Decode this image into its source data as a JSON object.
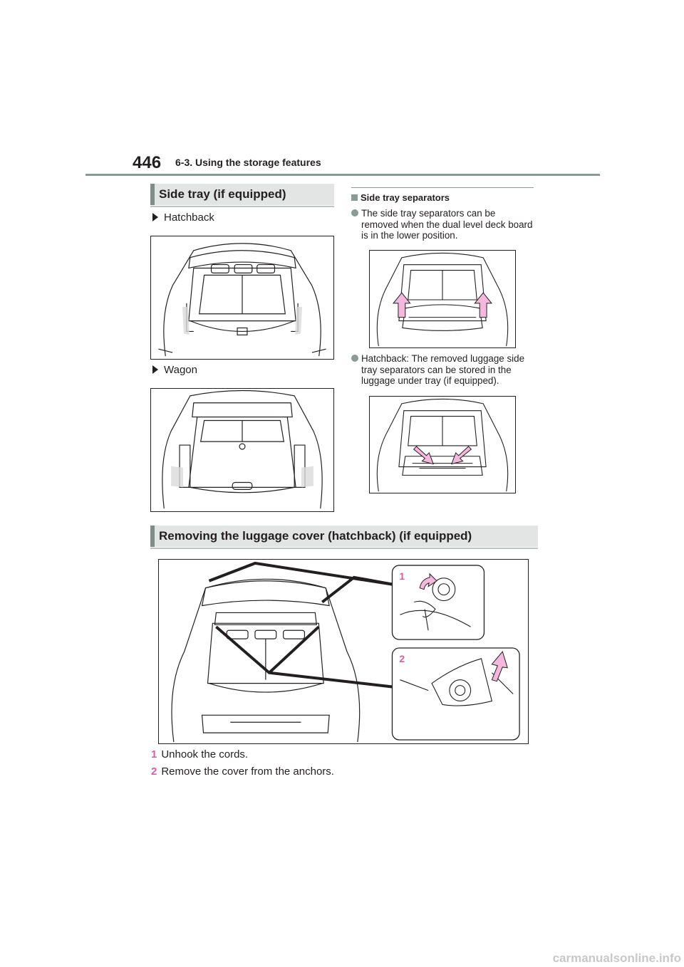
{
  "header": {
    "page_number": "446",
    "section_path": "6-3. Using the storage features"
  },
  "side_tray": {
    "heading": "Side tray (if equipped)",
    "hatchback_label": "Hatchback",
    "wagon_label": "Wagon"
  },
  "separators": {
    "subheading": "Side tray separators",
    "bullet1": "The side tray separators can be removed when the dual level deck board is in the lower position.",
    "bullet2": "Hatchback: The removed luggage side tray separators can be stored in the luggage under tray (if equipped)."
  },
  "luggage_cover": {
    "heading": "Removing the luggage cover (hatchback) (if equipped)",
    "callout1": "1",
    "callout2": "2",
    "steps": [
      {
        "num": "1",
        "text": "Unhook the cords."
      },
      {
        "num": "2",
        "text": "Remove the cover from the anchors."
      }
    ]
  },
  "watermark": "carmanualsonline.info",
  "colors": {
    "accent_magenta": "#e05aa3",
    "arrow_fill": "#f4b8dc",
    "rule_gray": "#8a9a95",
    "heading_bg": "#e3e4e4"
  }
}
